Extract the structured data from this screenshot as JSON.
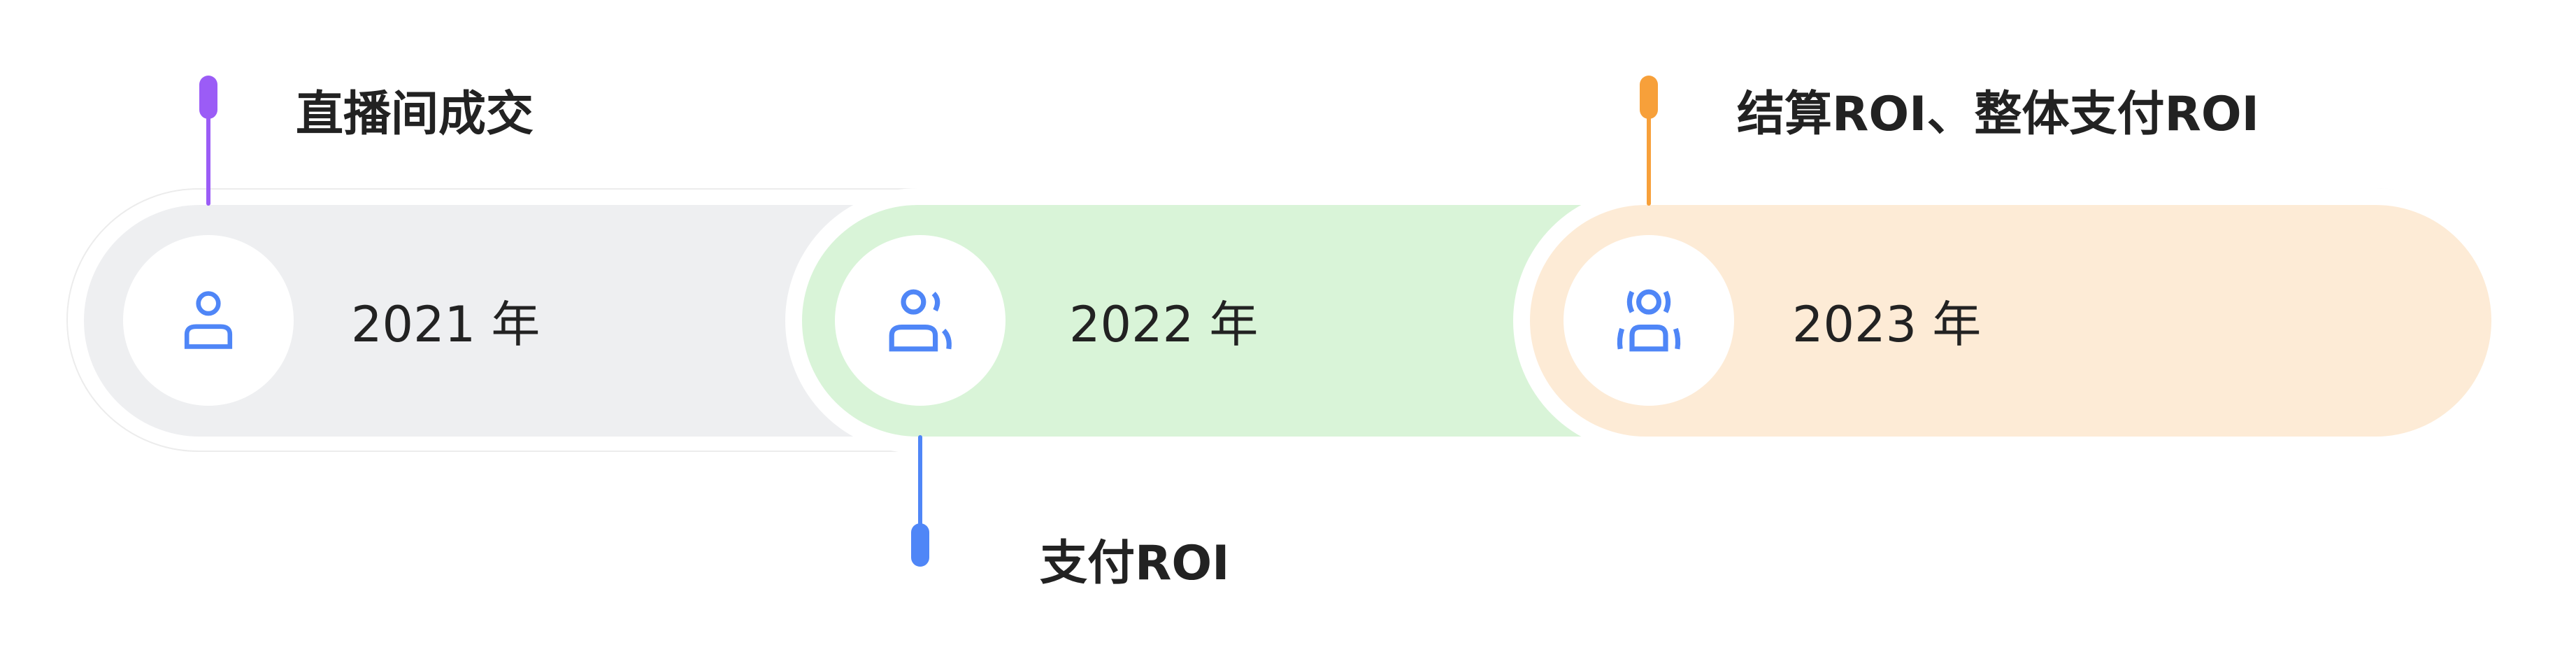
{
  "stages": [
    {
      "year": "2021 年",
      "title": "直播间成交",
      "icon": "user-icon",
      "color": "#eeeff1",
      "marker_color": "#9b5cf6"
    },
    {
      "year": "2022 年",
      "title": "支付ROI",
      "icon": "users-icon",
      "color": "#d9f4d8",
      "marker_color": "#4f86f7"
    },
    {
      "year": "2023 年",
      "title": "结算ROI、整体支付ROI",
      "icon": "broadcast-user-icon",
      "color": "#fdebd6",
      "marker_color": "#f7a03a"
    }
  ],
  "icon_color": "#4f86f7"
}
